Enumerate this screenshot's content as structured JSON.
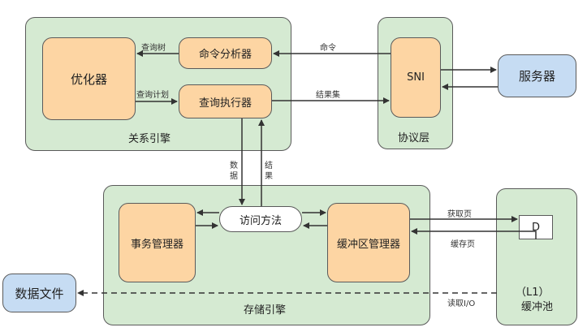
{
  "relational_engine": {
    "title": "关系引擎",
    "optimizer": "优化器",
    "cmd_parser": "命令分析器",
    "query_executor": "查询执行器",
    "edge_query_tree": "查询树",
    "edge_query_plan": "查询计划"
  },
  "protocol_layer": {
    "title": "协议层",
    "sni": "SNI"
  },
  "server": "服务器",
  "storage_engine": {
    "title": "存储引擎",
    "access_methods": "访问方法",
    "transaction_manager": "事务管理器",
    "buffer_manager": "缓冲区管理器"
  },
  "buffer_pool": {
    "title_line1": "（L1）",
    "title_line2": "缓冲池",
    "page": "D"
  },
  "data_files": "数据文件",
  "edge_labels": {
    "command": "命令",
    "result_set": "结果集",
    "data_char1": "数",
    "data_char2": "据",
    "result_char1": "结",
    "result_char2": "果",
    "get_page": "获取页",
    "cache_page": "缓存页",
    "read_io": "读取I/O"
  }
}
